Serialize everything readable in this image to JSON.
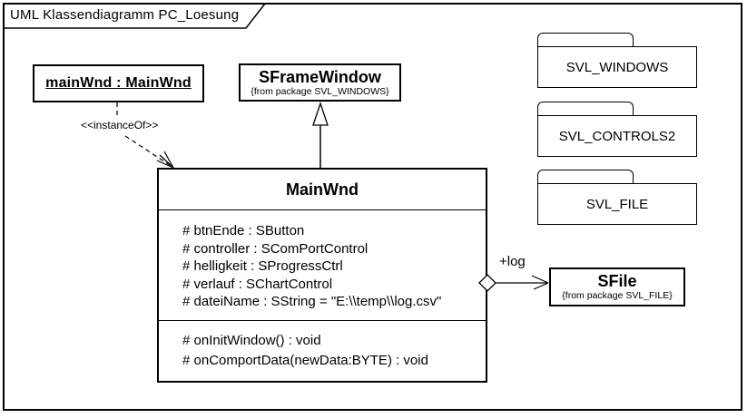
{
  "frame": {
    "title": "UML Klassendiagramm PC_Loesung"
  },
  "object_box": {
    "label": "mainWnd : MainWnd"
  },
  "classes": {
    "sframewindow": {
      "name": "SFrameWindow",
      "package_note": "{from package SVL_WINDOWS}"
    },
    "mainwnd": {
      "name": "MainWnd",
      "attributes": [
        "# btnEnde : SButton",
        "# controller : SComPortControl",
        "# helligkeit : SProgressCtrl",
        "# verlauf : SChartControl",
        "# dateiName : SString = \"E:\\\\temp\\\\log.csv\""
      ],
      "methods": [
        "# onInitWindow() : void",
        "# onComportData(newData:BYTE) : void"
      ]
    },
    "sfile": {
      "name": "SFile",
      "package_note": "{from package SVL_FILE}"
    }
  },
  "packages": [
    {
      "name": "SVL_WINDOWS"
    },
    {
      "name": "SVL_CONTROLS2"
    },
    {
      "name": "SVL_FILE"
    }
  ],
  "relations": {
    "instance_of": {
      "label": "<<instanceOf>>",
      "style": "dashed-open-arrow"
    },
    "generalization": {
      "style": "hollow-triangle",
      "from": "MainWnd",
      "to": "SFrameWindow"
    },
    "aggregation": {
      "label": "+log",
      "style": "hollow-diamond-open-arrow",
      "from": "MainWnd",
      "to": "SFile"
    }
  },
  "colors": {
    "line": "#000000",
    "background": "#ffffff"
  }
}
